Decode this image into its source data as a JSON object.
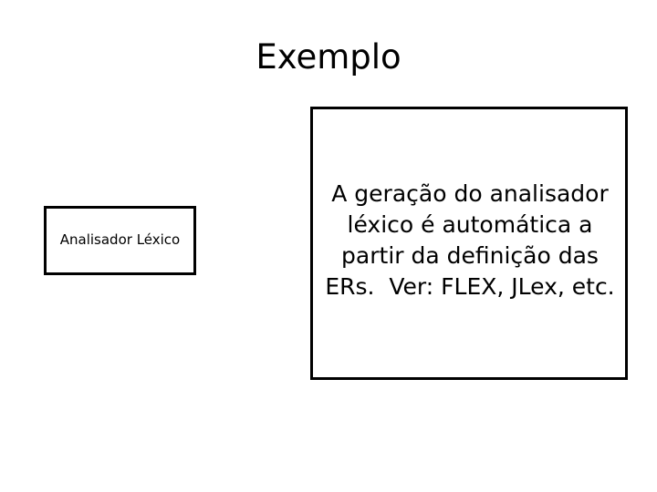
{
  "slide": {
    "title": "Exemplo",
    "background_color": "#ffffff",
    "text_color": "#000000",
    "border_color": "#000000"
  },
  "left_box": {
    "label": "Analisador Léxico",
    "lines": [
      "Analisador",
      "Léxico"
    ]
  },
  "right_box": {
    "lines": [
      "A geração do analisador",
      "léxico é automática a",
      "partir da definição das",
      "ERs.  Ver: FLEX, JLex, etc."
    ],
    "full_text": "A geração do analisador léxico é automática a partir da definição das ERs.  Ver: FLEX, JLex, etc."
  }
}
